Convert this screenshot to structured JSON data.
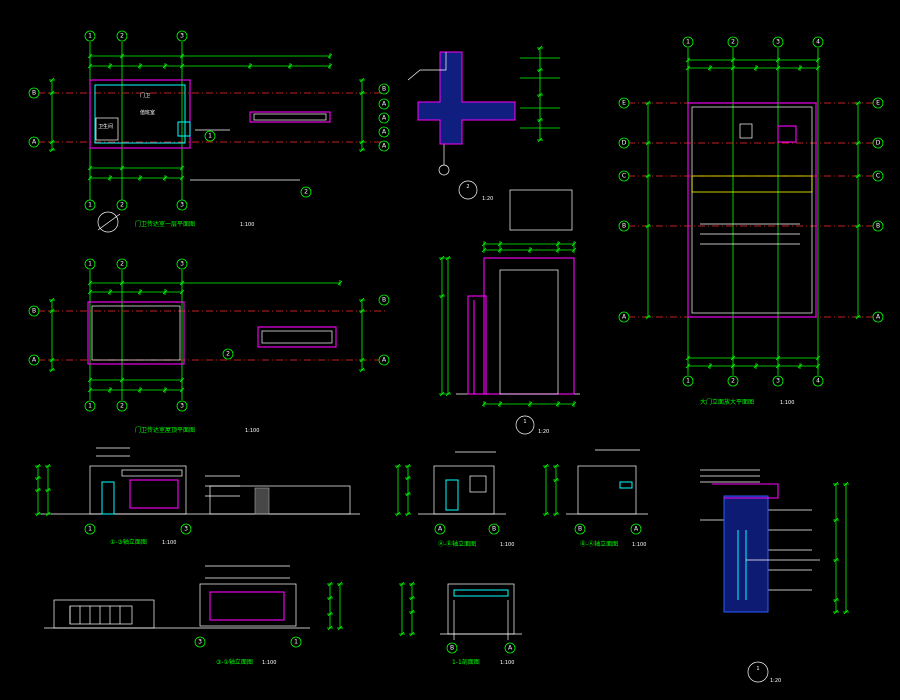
{
  "colors": {
    "background": "#000000",
    "dimension": "#00ff00",
    "axis": "#ff2a2a",
    "wall": "#ff00ff",
    "window": "#00ffff",
    "outline": "#ffffff",
    "note": "#ffff00",
    "structure": "#2a5cff"
  },
  "axis_labels": {
    "num1": "1",
    "num2": "2",
    "num3": "3",
    "num4": "4",
    "letA": "A",
    "letB": "B",
    "letC": "C",
    "letD": "D",
    "letE": "E"
  },
  "detail_marks": {
    "d1": "1",
    "d2": "2",
    "d1_scale": "1:20",
    "d2_scale": "1:20"
  },
  "drawings": {
    "plan1_title": "门卫传达室一层平面图",
    "plan1_scale": "1:100",
    "plan2_title": "门卫传达室屋顶平面图",
    "plan2_scale": "1:100",
    "plan3_title": "大门立面放大平面图",
    "plan3_scale": "1:100",
    "elev1_title": "①-③轴立面图",
    "elev1_scale": "1:100",
    "elev2_title": "Ⓐ-Ⓑ轴立面图",
    "elev2_scale": "1:100",
    "elev3_title": "Ⓑ-Ⓐ轴立面图",
    "elev3_scale": "1:100",
    "elev4_title": "③-①轴立面图",
    "elev4_scale": "1:100",
    "section_title": "1-1剖面图",
    "section_scale": "1:100",
    "room_guard": "值班室",
    "room_gate": "门卫",
    "room_toilet": "卫生间"
  }
}
